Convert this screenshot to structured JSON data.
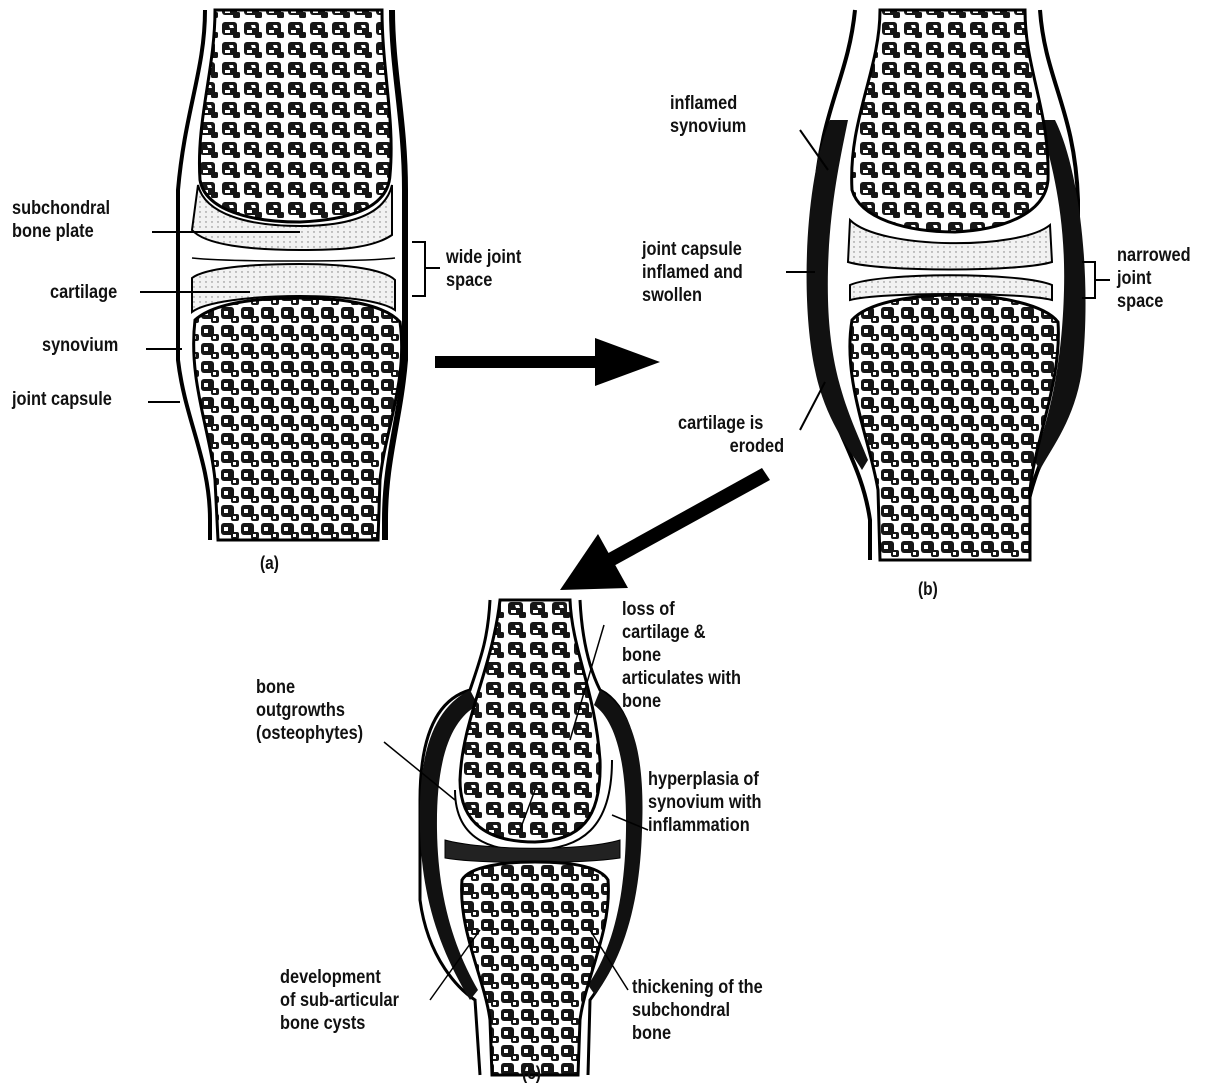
{
  "panel_a": {
    "caption": "(a)",
    "labels": {
      "subchondral_bone_plate": [
        "subchondral",
        "bone plate"
      ],
      "cartilage": "cartilage",
      "synovium": "synovium",
      "joint_capsule": "joint capsule",
      "wide_joint_space": [
        "wide joint",
        "space"
      ]
    }
  },
  "panel_b": {
    "caption": "(b)",
    "labels": {
      "inflamed_synovium": [
        "inflamed",
        "synovium"
      ],
      "joint_capsule_inflamed": [
        "joint capsule",
        "inflamed and",
        "swollen"
      ],
      "narrowed_joint_space": [
        "narrowed",
        "joint",
        "space"
      ],
      "cartilage_eroded": [
        "cartilage is",
        "eroded"
      ]
    }
  },
  "panel_c": {
    "caption": "(c)",
    "labels": {
      "bone_outgrowths": [
        "bone",
        "outgrowths",
        "(osteophytes)"
      ],
      "loss_of_cartilage": [
        "loss of",
        "cartilage &",
        "bone",
        "articulates with",
        "bone"
      ],
      "hyperplasia": [
        "hyperplasia of",
        "synovium with",
        "inflammation"
      ],
      "sub_articular_cysts": [
        "development",
        "of sub-articular",
        "bone cysts"
      ],
      "thickening": [
        "thickening of the",
        "subchondral",
        "bone"
      ]
    }
  },
  "colors": {
    "ink": "#111111",
    "bone_fill": "#1a1a1a",
    "cartilage": "#e8e8e8",
    "background": "#ffffff"
  }
}
